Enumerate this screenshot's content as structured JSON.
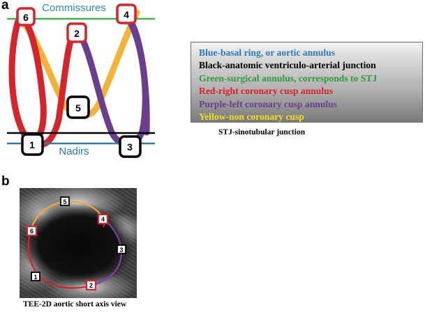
{
  "panels": {
    "a_label": "a",
    "b_label": "b"
  },
  "colors": {
    "blue": "#2a7ab8",
    "black": "#000000",
    "green": "#3db54a",
    "red": "#d8232a",
    "purple": "#6b3d8f",
    "yellow": "#f5b335"
  },
  "diagram_a": {
    "top_label": "Commissures",
    "bottom_label": "Nadirs",
    "markers": [
      "6",
      "4",
      "2",
      "5",
      "1",
      "3"
    ]
  },
  "legend": {
    "lines": [
      {
        "text": "Blue-basal ring, or aortic annulus",
        "color": "#2a7ab8"
      },
      {
        "text": "Black-anatomic ventriculo-arterial junction",
        "color": "#000000"
      },
      {
        "text": "Green-surgical annulus, corresponds to STJ",
        "color": "#2e9b3c"
      },
      {
        "text": "Red-right coronary cusp annulus",
        "color": "#d8232a"
      },
      {
        "text": "Purple-left coronary cusp annulus",
        "color": "#6b3d8f"
      },
      {
        "text": "Yellow-non coronary cusp",
        "color": "#f2e019"
      }
    ],
    "footnote": "STJ-sinotubular junction"
  },
  "diagram_b": {
    "markers": [
      "5",
      "6",
      "4",
      "3",
      "1",
      "2"
    ],
    "caption": "TEE-2D aortic short axis view"
  }
}
